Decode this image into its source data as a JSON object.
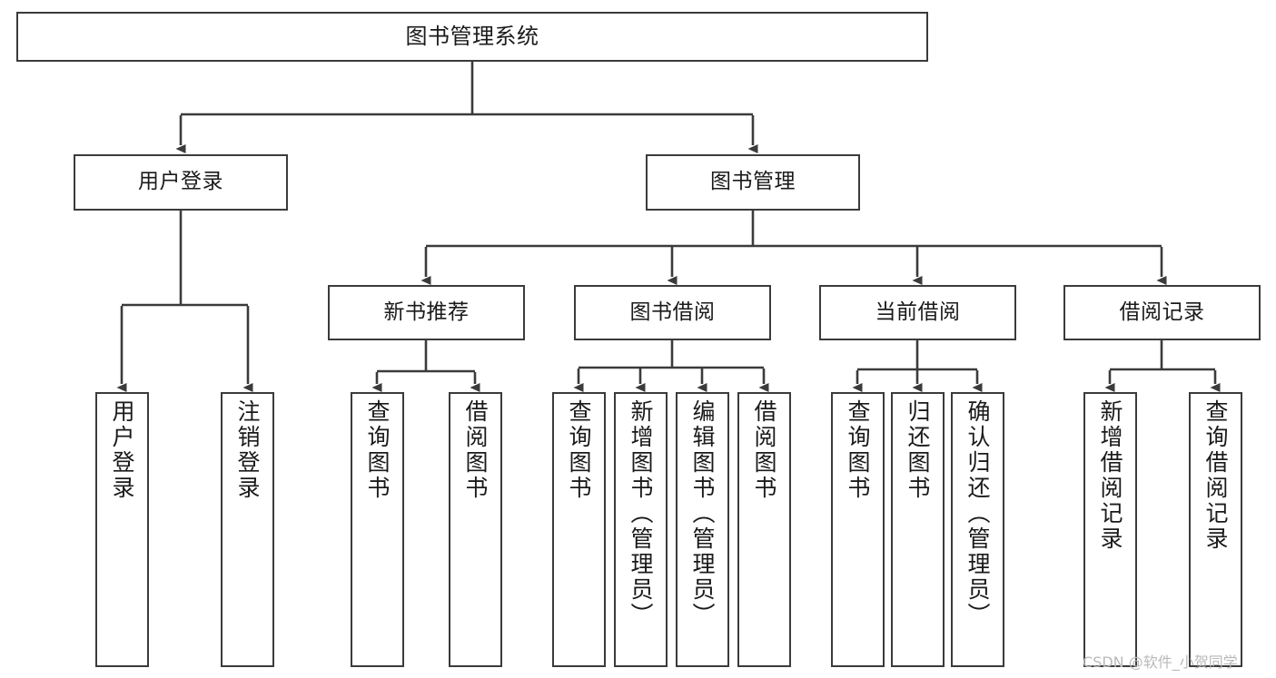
{
  "diagram": {
    "type": "tree-hierarchy",
    "title": "图书管理系统",
    "orientation": "top-down",
    "line_color": "#3b3b3b",
    "box_fill": "#ffffff",
    "text_color": "#1a1a1a"
  },
  "nodes": {
    "root": {
      "label": "图书管理系统",
      "level": 0
    },
    "level1": [
      {
        "id": "user-login",
        "label": "用户登录"
      },
      {
        "id": "book-manage",
        "label": "图书管理"
      }
    ],
    "level2": [
      {
        "id": "new-book-rec",
        "label": "新书推荐",
        "parent": "book-manage"
      },
      {
        "id": "book-borrow",
        "label": "图书借阅",
        "parent": "book-manage"
      },
      {
        "id": "current-borrow",
        "label": "当前借阅",
        "parent": "book-manage"
      },
      {
        "id": "borrow-record",
        "label": "借阅记录",
        "parent": "book-manage"
      }
    ],
    "leaves": [
      {
        "id": "leaf-user-login",
        "label": "用户登录",
        "parent": "user-login"
      },
      {
        "id": "leaf-logout",
        "label": "注销登录",
        "parent": "user-login"
      },
      {
        "id": "leaf-query-book-1",
        "label": "查询图书",
        "parent": "new-book-rec"
      },
      {
        "id": "leaf-borrow-book-1",
        "label": "借阅图书",
        "parent": "new-book-rec"
      },
      {
        "id": "leaf-query-book-2",
        "label": "查询图书",
        "parent": "book-borrow"
      },
      {
        "id": "leaf-add-book",
        "label": "新增图书（管理员）",
        "parent": "book-borrow"
      },
      {
        "id": "leaf-edit-book",
        "label": "编辑图书（管理员）",
        "parent": "book-borrow"
      },
      {
        "id": "leaf-borrow-book-2",
        "label": "借阅图书",
        "parent": "book-borrow"
      },
      {
        "id": "leaf-query-book-3",
        "label": "查询图书",
        "parent": "current-borrow"
      },
      {
        "id": "leaf-return-book",
        "label": "归还图书",
        "parent": "current-borrow"
      },
      {
        "id": "leaf-confirm-return",
        "label": "确认归还（管理员）",
        "parent": "current-borrow"
      },
      {
        "id": "leaf-add-record",
        "label": "新增借阅记录",
        "parent": "borrow-record"
      },
      {
        "id": "leaf-query-record",
        "label": "查询借阅记录",
        "parent": "borrow-record"
      }
    ]
  },
  "watermark": {
    "text": "CSDN @软件_小贺同学"
  }
}
